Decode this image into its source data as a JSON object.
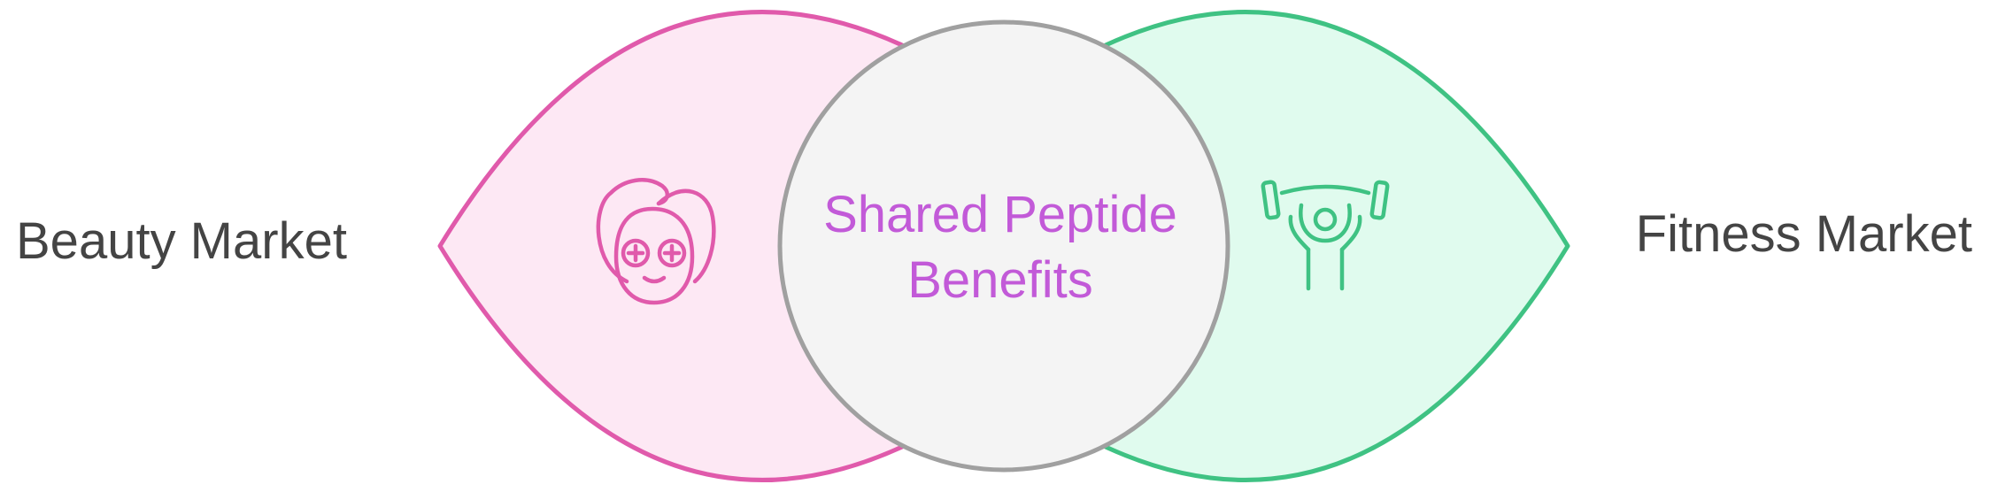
{
  "diagram": {
    "left_label": "Beauty Market",
    "right_label": "Fitness Market",
    "center_label_line1": "Shared Peptide",
    "center_label_line2": "Benefits"
  },
  "icons": {
    "left": "face-mask-icon",
    "right": "weightlifter-icon"
  },
  "colors": {
    "beauty_stroke": "#e05aab",
    "beauty_fill": "#fde8f4",
    "fitness_stroke": "#3fc283",
    "fitness_fill": "#e0fbee",
    "center_stroke": "#a0a0a0",
    "center_fill": "#f4f4f4",
    "center_text": "#c25ad8",
    "label_text": "#444444"
  }
}
